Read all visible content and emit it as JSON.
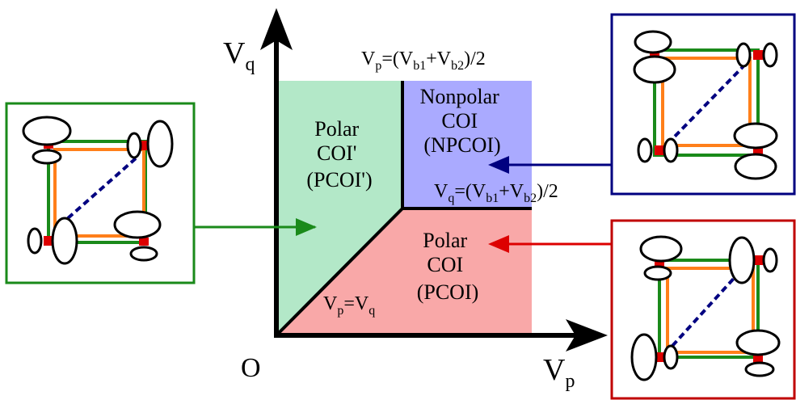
{
  "colors": {
    "polar_coi_prime": "#b3e8c8",
    "nonpolar_coi": "#aaaaff",
    "polar_coi": "#f9a8a8",
    "axis": "#000000",
    "green_frame": "#1a8a1a",
    "navy_frame": "#000080",
    "red_frame": "#c00000",
    "green_bond": "#1a8a1a",
    "orange_bond": "#ff7f1a",
    "red_bond": "#dd0000",
    "dashed_bond": "#000080"
  },
  "axes": {
    "y_label": {
      "base": "V",
      "sub": "q"
    },
    "x_label": {
      "base": "V",
      "sub": "p"
    },
    "origin": "O"
  },
  "boundaries": {
    "vertical": {
      "base": "V",
      "sub": "p",
      "eq": "=(V",
      "s1": "b1",
      "plus": "+V",
      "s2": "b2",
      "tail": ")/2"
    },
    "horizontal": {
      "base": "V",
      "sub": "q",
      "eq": "=(V",
      "s1": "b1",
      "plus": "+V",
      "s2": "b2",
      "tail": ")/2"
    },
    "diagonal": {
      "a": "V",
      "sa": "p",
      "eq": "=V",
      "sb": "q"
    }
  },
  "regions": {
    "pcoi_prime": [
      "Polar",
      "COI'",
      "(PCOI')"
    ],
    "npcoi": [
      "Nonpolar",
      "COI",
      "(NPCOI)"
    ],
    "pcoi": [
      "Polar",
      "COI",
      "(PCOI)"
    ]
  },
  "insets": {
    "left": {
      "frame_color": "green",
      "arrow_color": "green"
    },
    "top_right": {
      "frame_color": "navy",
      "arrow_color": "navy"
    },
    "bottom_right": {
      "frame_color": "red",
      "arrow_color": "red"
    }
  }
}
